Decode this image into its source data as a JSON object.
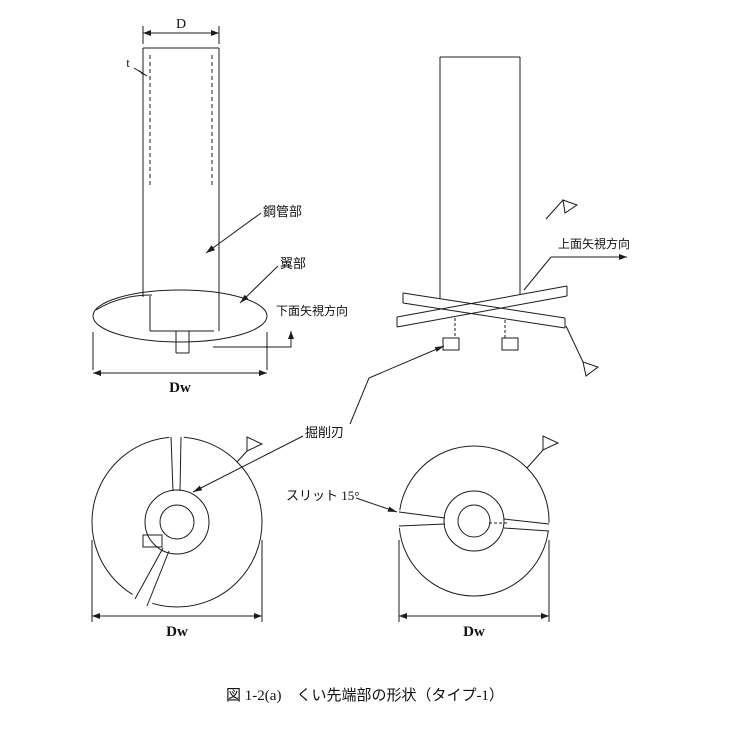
{
  "drawing": {
    "caption": "図 1-2(a)　くい先端部の形状（タイプ-1）",
    "labels": {
      "pipe_diameter": "D",
      "wall_thickness": "t",
      "steel_pipe": "鋼管部",
      "wing": "翼部",
      "bottom_view_direction": "下面矢視方向",
      "top_view_direction": "上面矢視方向",
      "excavation_blade": "掘削刃",
      "slit_angle": "スリット 15°",
      "dw_side": "Dw",
      "dw_bottom": "Dw",
      "dw_top": "Dw"
    },
    "line_color": "#1c1c1c",
    "background_color": "#ffffff"
  }
}
